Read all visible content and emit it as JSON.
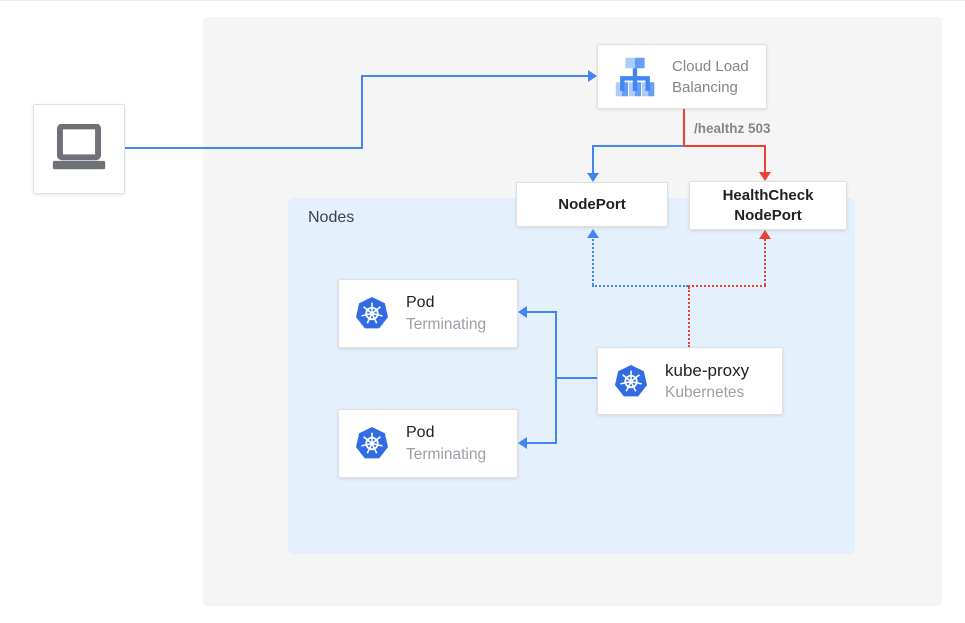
{
  "colors": {
    "blue": "#4285F4",
    "red": "#EA4335",
    "panel_gray": "#F5F5F5",
    "nodes_bg": "#E4F0FC",
    "card_border": "#E0E0E0",
    "text_dark": "#202124",
    "text_gray": "#80868B",
    "icon_gray": "#6E7277",
    "k8s_blue": "#326CE5",
    "lb_light": "#AECBFA",
    "lb_mid": "#669DF6",
    "lb_dark": "#4285F4"
  },
  "client": {
    "icon": "laptop-icon"
  },
  "load_balancer": {
    "label": "Cloud Load Balancing",
    "icon": "cloud-load-balancing-icon"
  },
  "health_route": {
    "label": "/healthz 503"
  },
  "node_port": {
    "label": "NodePort"
  },
  "health_check_node_port": {
    "label": "HealthCheck NodePort"
  },
  "nodes_group": {
    "label": "Nodes"
  },
  "pods": [
    {
      "title": "Pod",
      "status": "Terminating",
      "icon": "kubernetes-icon"
    },
    {
      "title": "Pod",
      "status": "Terminating",
      "icon": "kubernetes-icon"
    }
  ],
  "kube_proxy": {
    "title": "kube-proxy",
    "subtitle": "Kubernetes",
    "icon": "kubernetes-icon"
  }
}
